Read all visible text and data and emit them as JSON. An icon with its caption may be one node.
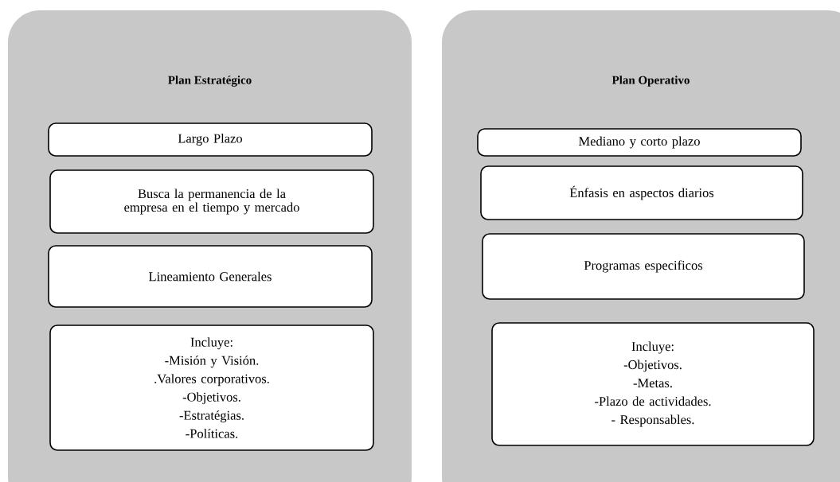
{
  "diagram": {
    "nodes": [
      {
        "text": [
          "Plan Estratégico"
        ]
      },
      {
        "text": [
          "Largo Plazo"
        ],
        "in": 0
      },
      {
        "text": [
          "Busca la permanencia de la empresa en el tiempo y mercado"
        ],
        "in": 0
      },
      {
        "text": [
          "Lineamiento Generales"
        ],
        "in": 0
      },
      {
        "text": [
          "Incluye:",
          "-Misión y Visión.",
          ".Valores corporativos.",
          "-Objetivos.",
          "-Estratégias.",
          "-Políticas."
        ],
        "in": 0
      },
      {
        "text": [
          "Plan Operativo"
        ]
      },
      {
        "text": [
          "Mediano y corto plazo"
        ],
        "in": 5
      },
      {
        "text": [
          "Énfasis en aspectos diarios"
        ],
        "in": 5
      },
      {
        "text": [
          "Programas especificos"
        ],
        "in": 5
      },
      {
        "text": [
          "Incluye:",
          "-Objetivos.",
          "-Metas.",
          "-Plazo de actividades.",
          "- Responsables."
        ],
        "in": 5
      }
    ]
  }
}
